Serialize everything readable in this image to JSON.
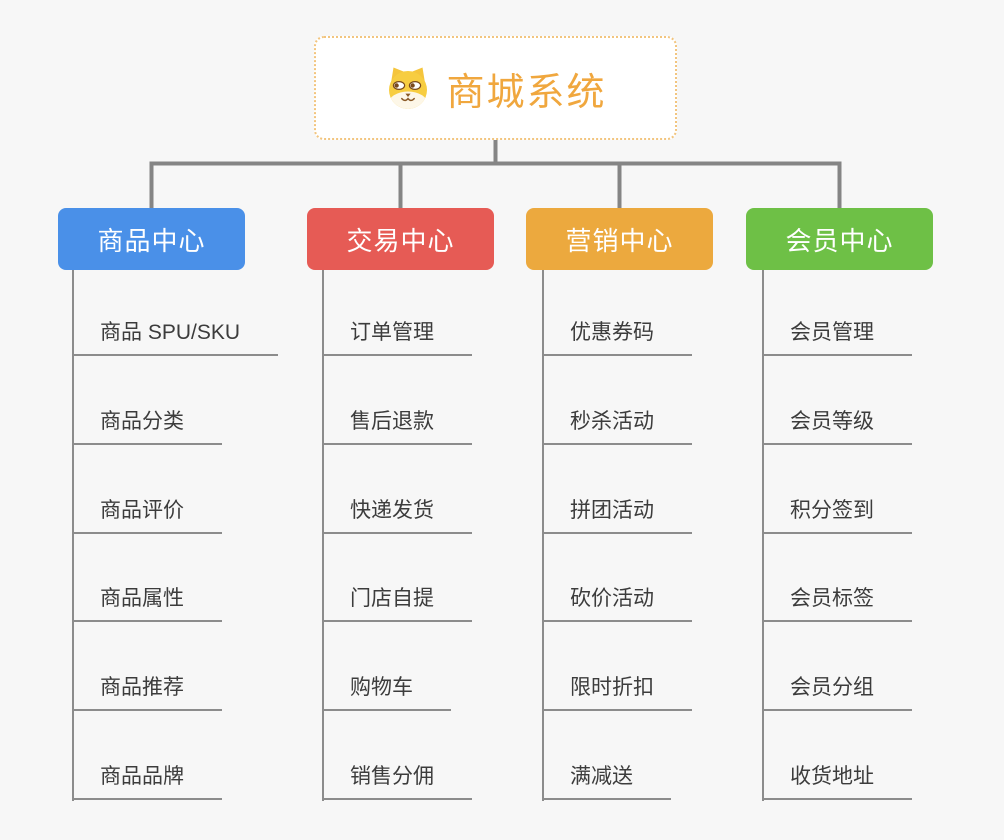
{
  "root": {
    "title": "商城系统",
    "icon": "dog-face-icon"
  },
  "colors": {
    "background": "#f7f7f7",
    "connector": "#858585",
    "branch_line": "#8c8c8c",
    "item_text": "#3c3c3c",
    "root_title": "#f0a73e",
    "root_border": "#f2c57f",
    "root_background": "#ffffff",
    "branch_text": "#ffffff"
  },
  "branches": [
    {
      "label": "商品中心",
      "color": "#4a90e8",
      "items": [
        "商品 SPU/SKU",
        "商品分类",
        "商品评价",
        "商品属性",
        "商品推荐",
        "商品品牌"
      ]
    },
    {
      "label": "交易中心",
      "color": "#e65b55",
      "items": [
        "订单管理",
        "售后退款",
        "快递发货",
        "门店自提",
        "购物车",
        "销售分佣"
      ]
    },
    {
      "label": "营销中心",
      "color": "#eca93e",
      "items": [
        "优惠券码",
        "秒杀活动",
        "拼团活动",
        "砍价活动",
        "限时折扣",
        "满减送"
      ]
    },
    {
      "label": "会员中心",
      "color": "#6ec046",
      "items": [
        "会员管理",
        "会员等级",
        "积分签到",
        "会员标签",
        "会员分组",
        "收货地址"
      ]
    }
  ]
}
